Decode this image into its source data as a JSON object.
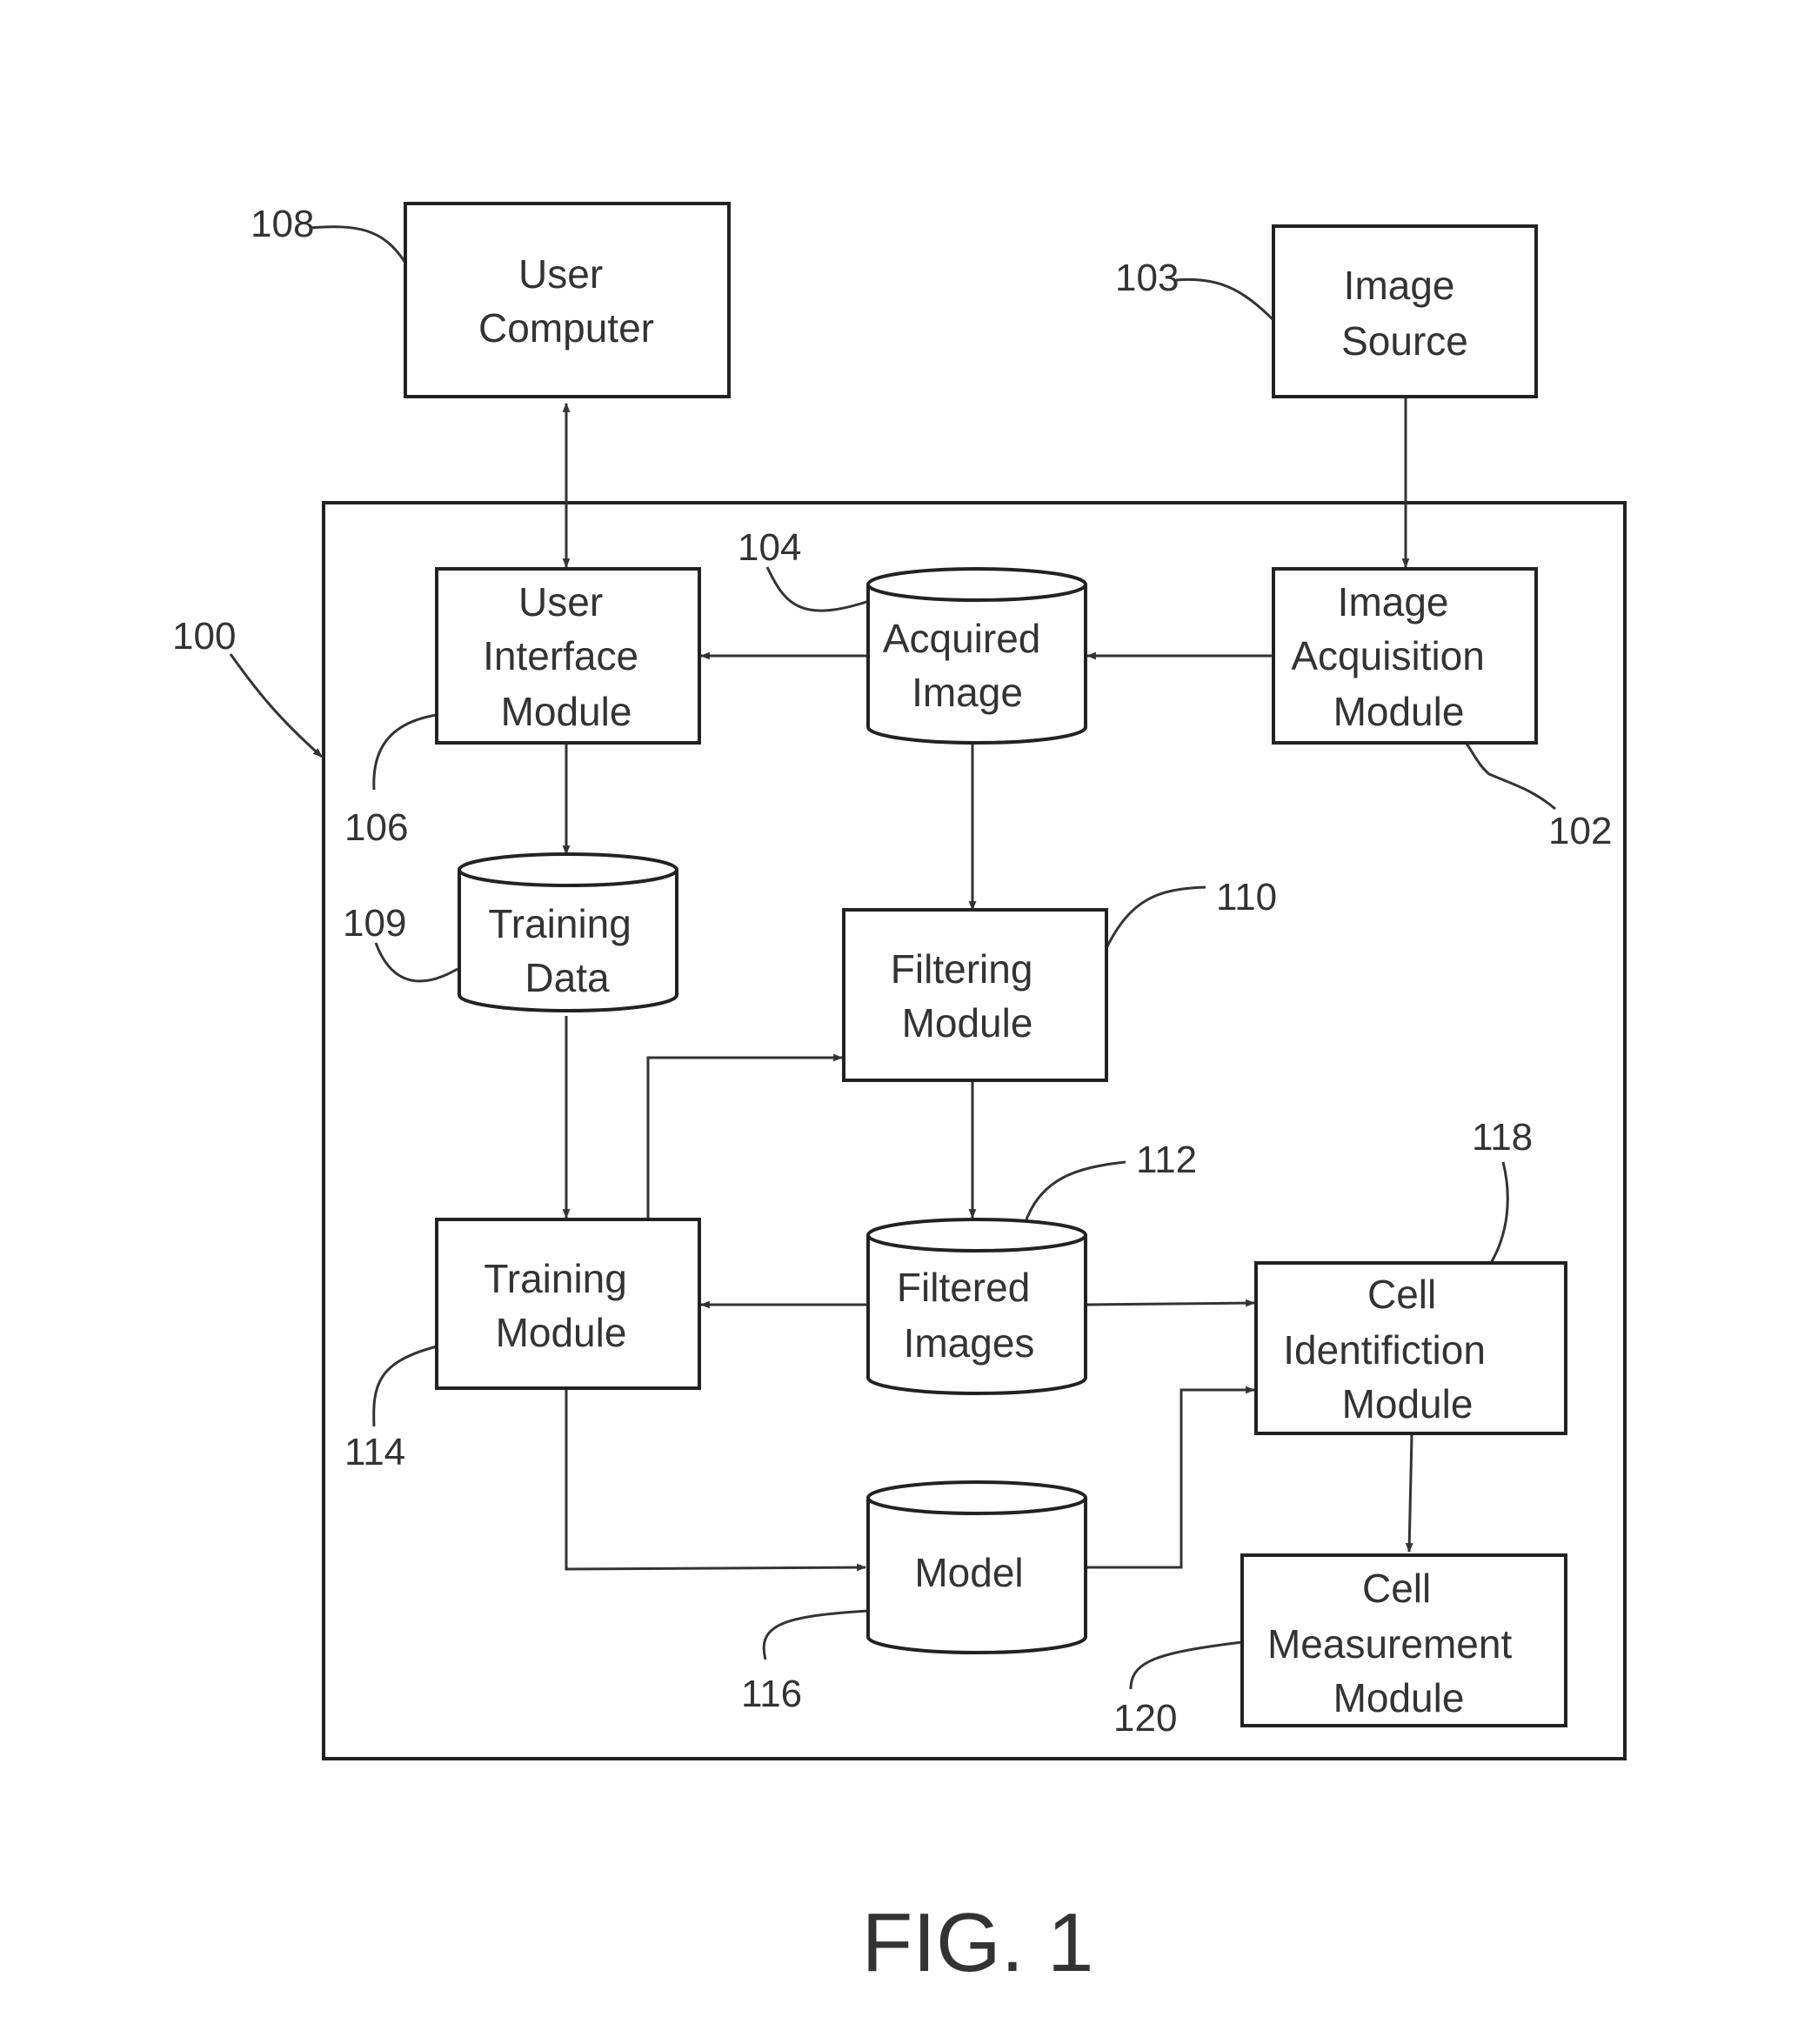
{
  "figure": {
    "caption": "FIG. 1"
  },
  "system": {
    "ref": "100"
  },
  "nodes": {
    "user_computer": {
      "ref": "108",
      "lines": [
        "User",
        "Computer"
      ]
    },
    "image_source": {
      "ref": "103",
      "lines": [
        "Image",
        "Source"
      ]
    },
    "user_interface_module": {
      "ref": "106",
      "lines": [
        "User",
        "Interface",
        "Module"
      ]
    },
    "acquired_image": {
      "ref": "104",
      "lines": [
        "Acquired",
        "Image"
      ]
    },
    "image_acquisition_module": {
      "ref": "102",
      "lines": [
        "Image",
        "Acquisition",
        "Module"
      ]
    },
    "training_data": {
      "ref": "109",
      "lines": [
        "Training",
        "Data"
      ]
    },
    "filtering_module": {
      "ref": "110",
      "lines": [
        "Filtering",
        "Module"
      ]
    },
    "filtered_images": {
      "ref": "112",
      "lines": [
        "Filtered",
        "Images"
      ]
    },
    "training_module": {
      "ref": "114",
      "lines": [
        "Training",
        "Module"
      ]
    },
    "cell_identification_module": {
      "ref": "118",
      "lines": [
        "Cell",
        "Identifiction",
        "Module"
      ]
    },
    "model": {
      "ref": "116",
      "lines": [
        "Model"
      ]
    },
    "cell_measurement_module": {
      "ref": "120",
      "lines": [
        "Cell",
        "Measurement",
        "Module"
      ]
    }
  },
  "edges": [
    {
      "from": "user_computer",
      "to": "user_interface_module",
      "bidirectional": true
    },
    {
      "from": "image_source",
      "to": "image_acquisition_module"
    },
    {
      "from": "image_acquisition_module",
      "to": "acquired_image"
    },
    {
      "from": "acquired_image",
      "to": "user_interface_module"
    },
    {
      "from": "acquired_image",
      "to": "filtering_module"
    },
    {
      "from": "user_interface_module",
      "to": "training_data"
    },
    {
      "from": "training_data",
      "to": "training_module"
    },
    {
      "from": "training_module",
      "to": "filtering_module"
    },
    {
      "from": "filtering_module",
      "to": "filtered_images"
    },
    {
      "from": "filtered_images",
      "to": "training_module"
    },
    {
      "from": "filtered_images",
      "to": "cell_identification_module"
    },
    {
      "from": "training_module",
      "to": "model"
    },
    {
      "from": "model",
      "to": "cell_identification_module"
    },
    {
      "from": "cell_identification_module",
      "to": "cell_measurement_module"
    }
  ]
}
